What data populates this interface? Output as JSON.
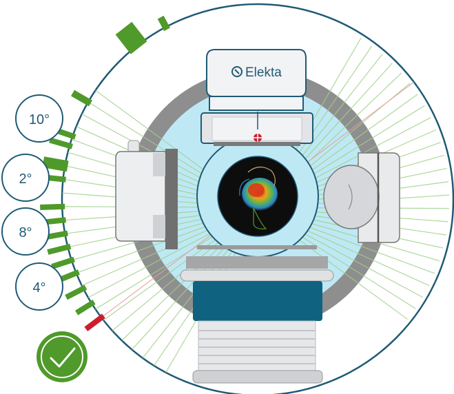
{
  "brand": {
    "name": "Elekta"
  },
  "angle_badges": [
    {
      "label": "10°"
    },
    {
      "label": "2°"
    },
    {
      "label": "8°"
    },
    {
      "label": "4°"
    }
  ],
  "colors": {
    "accent_teal": "#1f5a74",
    "beam_green": "#4f9a2a",
    "beam_red": "#cc1f2e",
    "bore_blue": "#bfe8f5",
    "gantry_gray": "#8e8e8e",
    "couch_teal": "#0f6381",
    "check_green": "#4f9a2a"
  },
  "status": {
    "icon": "checkmark-icon",
    "state": "approved"
  }
}
